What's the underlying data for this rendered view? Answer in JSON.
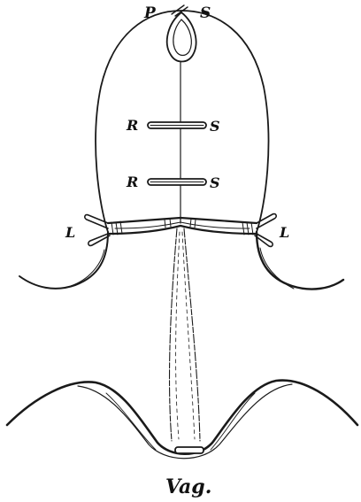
{
  "figure": {
    "labels": {
      "p": "P",
      "s_top": "S",
      "r_upper": "R",
      "s_upper": "S",
      "r_lower": "R",
      "s_lower": "S",
      "l_left": "L",
      "l_right": "L",
      "caption": "Vag."
    },
    "colors": {
      "ink": "#1a1a1a",
      "background": "#ffffff"
    }
  }
}
